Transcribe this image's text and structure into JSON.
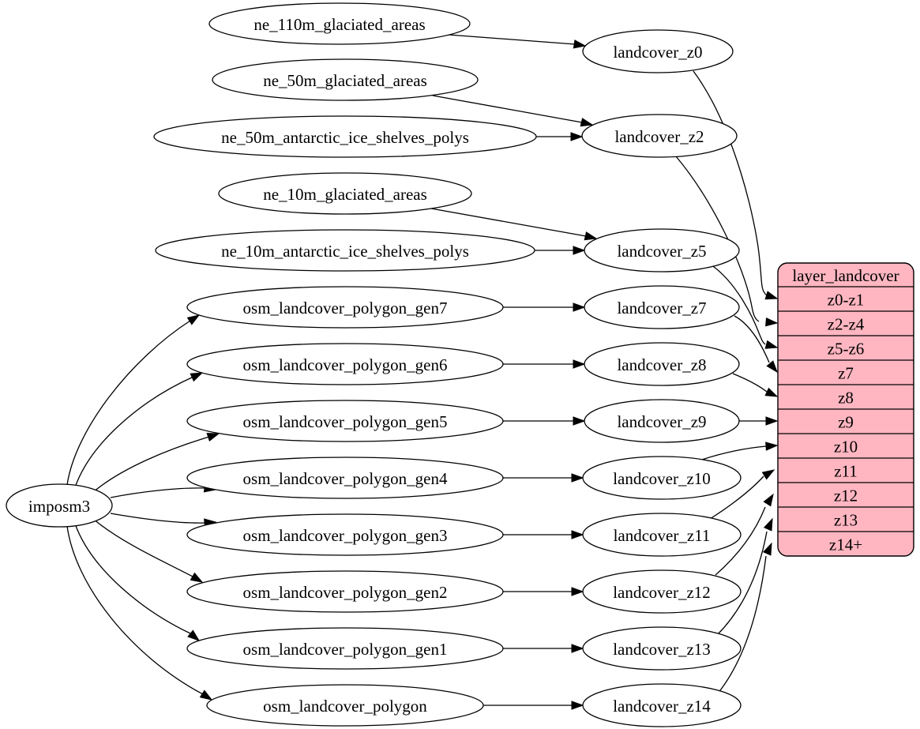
{
  "diagram": {
    "colors": {
      "background": "#ffffff",
      "node_fill": "#ffffff",
      "stroke": "#000000",
      "table_fill": "#ffb6c1",
      "text": "#000000"
    },
    "nodes": [
      {
        "id": "imposm3",
        "label": "imposm3"
      },
      {
        "id": "ne_110m_glaciated_areas",
        "label": "ne_110m_glaciated_areas"
      },
      {
        "id": "ne_50m_glaciated_areas",
        "label": "ne_50m_glaciated_areas"
      },
      {
        "id": "ne_50m_antarctic_ice_shelves_polys",
        "label": "ne_50m_antarctic_ice_shelves_polys"
      },
      {
        "id": "ne_10m_glaciated_areas",
        "label": "ne_10m_glaciated_areas"
      },
      {
        "id": "ne_10m_antarctic_ice_shelves_polys",
        "label": "ne_10m_antarctic_ice_shelves_polys"
      },
      {
        "id": "osm_landcover_polygon_gen7",
        "label": "osm_landcover_polygon_gen7"
      },
      {
        "id": "osm_landcover_polygon_gen6",
        "label": "osm_landcover_polygon_gen6"
      },
      {
        "id": "osm_landcover_polygon_gen5",
        "label": "osm_landcover_polygon_gen5"
      },
      {
        "id": "osm_landcover_polygon_gen4",
        "label": "osm_landcover_polygon_gen4"
      },
      {
        "id": "osm_landcover_polygon_gen3",
        "label": "osm_landcover_polygon_gen3"
      },
      {
        "id": "osm_landcover_polygon_gen2",
        "label": "osm_landcover_polygon_gen2"
      },
      {
        "id": "osm_landcover_polygon_gen1",
        "label": "osm_landcover_polygon_gen1"
      },
      {
        "id": "osm_landcover_polygon",
        "label": "osm_landcover_polygon"
      },
      {
        "id": "landcover_z0",
        "label": "landcover_z0"
      },
      {
        "id": "landcover_z2",
        "label": "landcover_z2"
      },
      {
        "id": "landcover_z5",
        "label": "landcover_z5"
      },
      {
        "id": "landcover_z7",
        "label": "landcover_z7"
      },
      {
        "id": "landcover_z8",
        "label": "landcover_z8"
      },
      {
        "id": "landcover_z9",
        "label": "landcover_z9"
      },
      {
        "id": "landcover_z10",
        "label": "landcover_z10"
      },
      {
        "id": "landcover_z11",
        "label": "landcover_z11"
      },
      {
        "id": "landcover_z12",
        "label": "landcover_z12"
      },
      {
        "id": "landcover_z13",
        "label": "landcover_z13"
      },
      {
        "id": "landcover_z14",
        "label": "landcover_z14"
      }
    ],
    "table": {
      "id": "layer_landcover",
      "title": "layer_landcover",
      "rows": [
        "z0-z1",
        "z2-z4",
        "z5-z6",
        "z7",
        "z8",
        "z9",
        "z10",
        "z11",
        "z12",
        "z13",
        "z14+"
      ]
    },
    "edges": [
      {
        "from": "ne_110m_glaciated_areas",
        "to": "landcover_z0"
      },
      {
        "from": "ne_50m_glaciated_areas",
        "to": "landcover_z2"
      },
      {
        "from": "ne_50m_antarctic_ice_shelves_polys",
        "to": "landcover_z2"
      },
      {
        "from": "ne_10m_glaciated_areas",
        "to": "landcover_z5"
      },
      {
        "from": "ne_10m_antarctic_ice_shelves_polys",
        "to": "landcover_z5"
      },
      {
        "from": "osm_landcover_polygon_gen7",
        "to": "landcover_z7"
      },
      {
        "from": "osm_landcover_polygon_gen6",
        "to": "landcover_z8"
      },
      {
        "from": "osm_landcover_polygon_gen5",
        "to": "landcover_z9"
      },
      {
        "from": "osm_landcover_polygon_gen4",
        "to": "landcover_z10"
      },
      {
        "from": "osm_landcover_polygon_gen3",
        "to": "landcover_z11"
      },
      {
        "from": "osm_landcover_polygon_gen2",
        "to": "landcover_z12"
      },
      {
        "from": "osm_landcover_polygon_gen1",
        "to": "landcover_z13"
      },
      {
        "from": "osm_landcover_polygon",
        "to": "landcover_z14"
      },
      {
        "from": "imposm3",
        "to": "osm_landcover_polygon_gen7"
      },
      {
        "from": "imposm3",
        "to": "osm_landcover_polygon_gen6"
      },
      {
        "from": "imposm3",
        "to": "osm_landcover_polygon_gen5"
      },
      {
        "from": "imposm3",
        "to": "osm_landcover_polygon_gen4"
      },
      {
        "from": "imposm3",
        "to": "osm_landcover_polygon_gen3"
      },
      {
        "from": "imposm3",
        "to": "osm_landcover_polygon_gen2"
      },
      {
        "from": "imposm3",
        "to": "osm_landcover_polygon_gen1"
      },
      {
        "from": "imposm3",
        "to": "osm_landcover_polygon"
      },
      {
        "from": "landcover_z0",
        "to": "layer_landcover",
        "row": "z0-z1"
      },
      {
        "from": "landcover_z2",
        "to": "layer_landcover",
        "row": "z2-z4"
      },
      {
        "from": "landcover_z5",
        "to": "layer_landcover",
        "row": "z5-z6"
      },
      {
        "from": "landcover_z7",
        "to": "layer_landcover",
        "row": "z7"
      },
      {
        "from": "landcover_z8",
        "to": "layer_landcover",
        "row": "z8"
      },
      {
        "from": "landcover_z9",
        "to": "layer_landcover",
        "row": "z9"
      },
      {
        "from": "landcover_z10",
        "to": "layer_landcover",
        "row": "z10"
      },
      {
        "from": "landcover_z11",
        "to": "layer_landcover",
        "row": "z11"
      },
      {
        "from": "landcover_z12",
        "to": "layer_landcover",
        "row": "z12"
      },
      {
        "from": "landcover_z13",
        "to": "layer_landcover",
        "row": "z13"
      },
      {
        "from": "landcover_z14",
        "to": "layer_landcover",
        "row": "z14+"
      }
    ]
  }
}
